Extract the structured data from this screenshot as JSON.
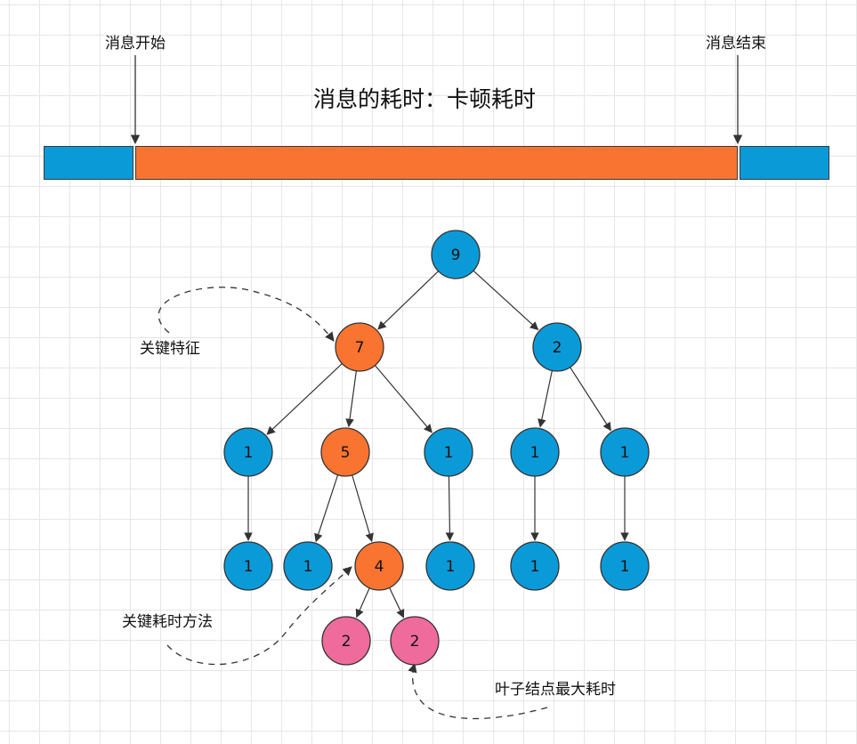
{
  "timeline": {
    "start_label": "消息开始",
    "end_label": "消息结束",
    "title": "消息的耗时：卡顿耗时",
    "colors": {
      "idle": "#0b9ad8",
      "busy": "#f97430"
    }
  },
  "annotations": {
    "key_feature": "关键特征",
    "key_method": "关键耗时方法",
    "leaf_max": "叶子结点最大耗时"
  },
  "colors": {
    "normal": "#0b9ad8",
    "critical": "#f97430",
    "leaf": "#ee6b9b",
    "stroke": "#333333"
  },
  "tree": {
    "nodes": [
      {
        "id": "n9",
        "value": "9",
        "kind": "normal"
      },
      {
        "id": "n7",
        "value": "7",
        "kind": "critical"
      },
      {
        "id": "n2",
        "value": "2",
        "kind": "normal"
      },
      {
        "id": "n1a",
        "value": "1",
        "kind": "normal"
      },
      {
        "id": "n5",
        "value": "5",
        "kind": "critical"
      },
      {
        "id": "n1b",
        "value": "1",
        "kind": "normal"
      },
      {
        "id": "n1c",
        "value": "1",
        "kind": "normal"
      },
      {
        "id": "n1d",
        "value": "1",
        "kind": "normal"
      },
      {
        "id": "n1e",
        "value": "1",
        "kind": "normal"
      },
      {
        "id": "n1f",
        "value": "1",
        "kind": "normal"
      },
      {
        "id": "n4",
        "value": "4",
        "kind": "critical"
      },
      {
        "id": "n1g",
        "value": "1",
        "kind": "normal"
      },
      {
        "id": "n1h",
        "value": "1",
        "kind": "normal"
      },
      {
        "id": "n1i",
        "value": "1",
        "kind": "normal"
      },
      {
        "id": "n2a",
        "value": "2",
        "kind": "leaf"
      },
      {
        "id": "n2b",
        "value": "2",
        "kind": "leaf"
      }
    ],
    "edges": [
      [
        "n9",
        "n7"
      ],
      [
        "n9",
        "n2"
      ],
      [
        "n7",
        "n1a"
      ],
      [
        "n7",
        "n5"
      ],
      [
        "n7",
        "n1b"
      ],
      [
        "n2",
        "n1c"
      ],
      [
        "n2",
        "n1d"
      ],
      [
        "n1a",
        "n1e"
      ],
      [
        "n5",
        "n1f"
      ],
      [
        "n5",
        "n4"
      ],
      [
        "n1b",
        "n1g"
      ],
      [
        "n1c",
        "n1h"
      ],
      [
        "n1d",
        "n1i"
      ],
      [
        "n4",
        "n2a"
      ],
      [
        "n4",
        "n2b"
      ]
    ]
  }
}
